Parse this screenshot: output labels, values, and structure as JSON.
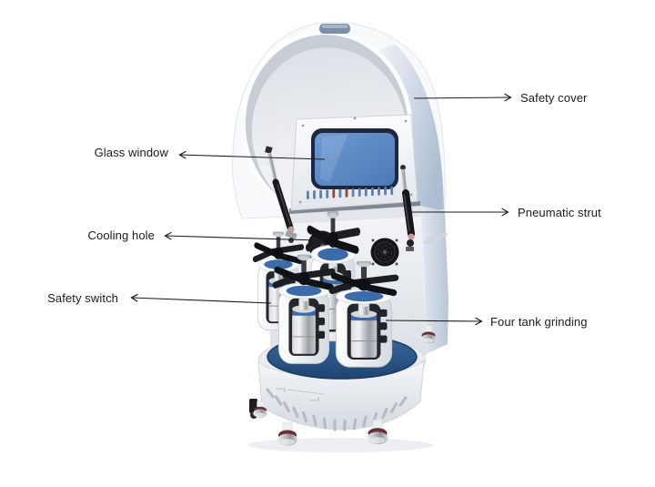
{
  "diagram": {
    "subject": "Four tank planetary ball mill - labeled product diagram",
    "background": "#ffffff",
    "callouts": [
      {
        "id": "glass-window",
        "label": "Glass window",
        "side": "left"
      },
      {
        "id": "cooling-hole",
        "label": "Cooling hole",
        "side": "left"
      },
      {
        "id": "safety-switch",
        "label": "Safety switch",
        "side": "left"
      },
      {
        "id": "safety-cover",
        "label": "Safety cover",
        "side": "right"
      },
      {
        "id": "pneumatic-strut",
        "label": "Pneumatic strut",
        "side": "right"
      },
      {
        "id": "four-tank-grinding",
        "label": "Four tank grinding",
        "side": "right"
      }
    ],
    "colors": {
      "label_text": "#1b1b1b",
      "arrow": "#1c1c1c",
      "window_blue": "#5c8bc6",
      "platform_blue": "#2d5d92",
      "machine_body": "#eef1f4",
      "fan_dark": "#141619",
      "clamp_dark": "#15171b"
    }
  }
}
